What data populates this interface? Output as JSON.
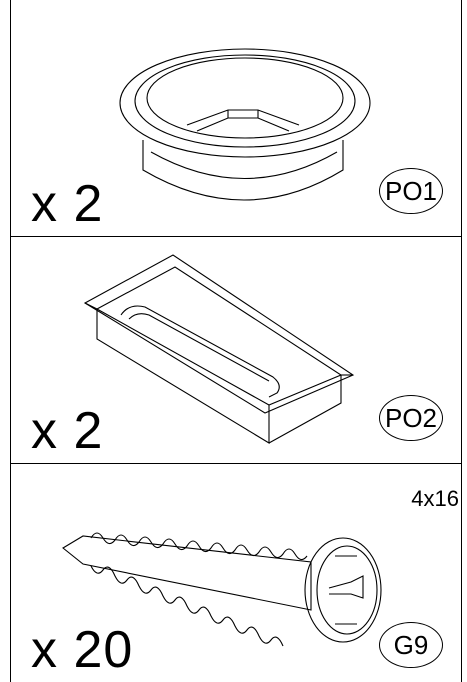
{
  "parts": [
    {
      "quantity": "x 2",
      "code": "PO1",
      "icon": "round-grommet-icon"
    },
    {
      "quantity": "x 2",
      "code": "PO2",
      "icon": "rectangular-grommet-icon"
    },
    {
      "quantity": "x 20",
      "code": "G9",
      "size": "4x16",
      "icon": "screw-icon"
    }
  ]
}
